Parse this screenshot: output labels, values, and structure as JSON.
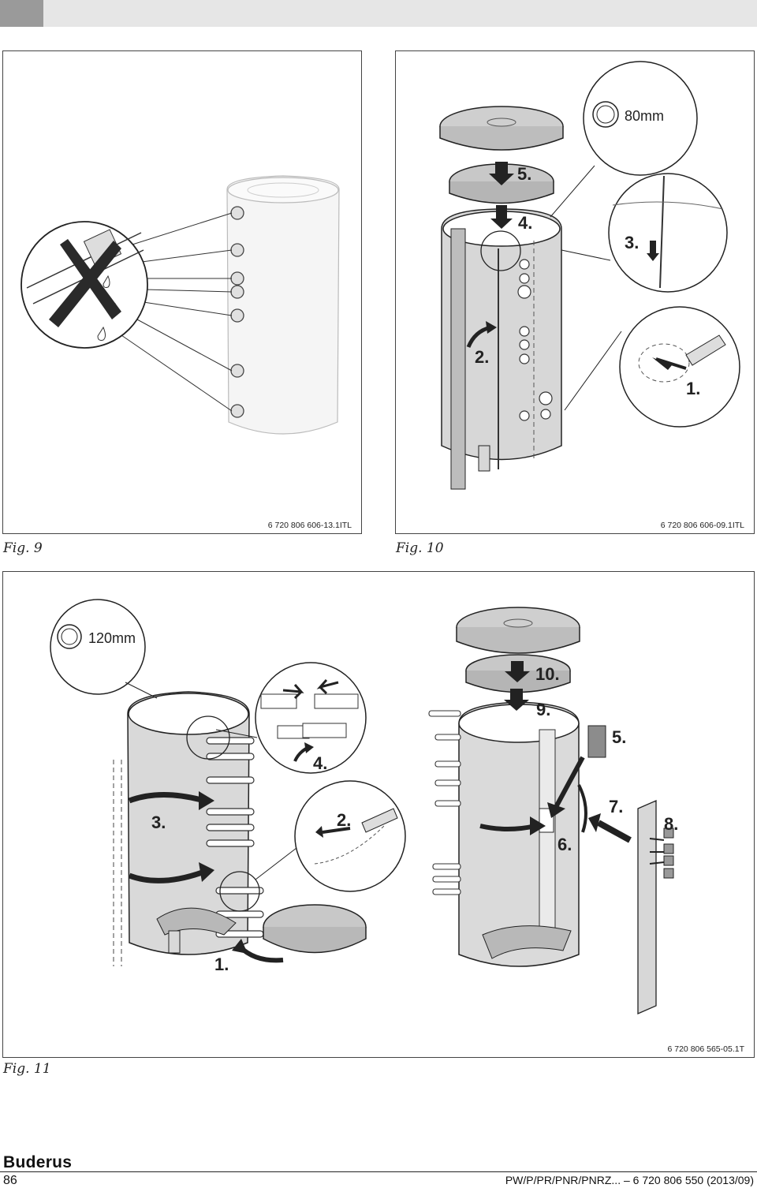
{
  "header": {
    "tab_color": "#9a9a9a",
    "bar_color": "#e6e6e6"
  },
  "figures": [
    {
      "label": "Fig. 9",
      "code": "6 720 806 606-13.1ITL"
    },
    {
      "label": "Fig. 10",
      "code": "6 720 806 606-09.1ITL",
      "steps": [
        "1.",
        "2.",
        "3.",
        "4.",
        "5."
      ],
      "callout": "80mm"
    },
    {
      "label": "Fig. 11",
      "code": "6 720 806 565-05.1T",
      "steps": [
        "1.",
        "2.",
        "3.",
        "4.",
        "5.",
        "6.",
        "7.",
        "8.",
        "9.",
        "10."
      ],
      "callout": "120mm"
    }
  ],
  "footer": {
    "brand": "Buderus",
    "page_number": "86",
    "doc_ref": "PW/P/PR/PNR/PNRZ... – 6 720 806 550 (2013/09)"
  }
}
